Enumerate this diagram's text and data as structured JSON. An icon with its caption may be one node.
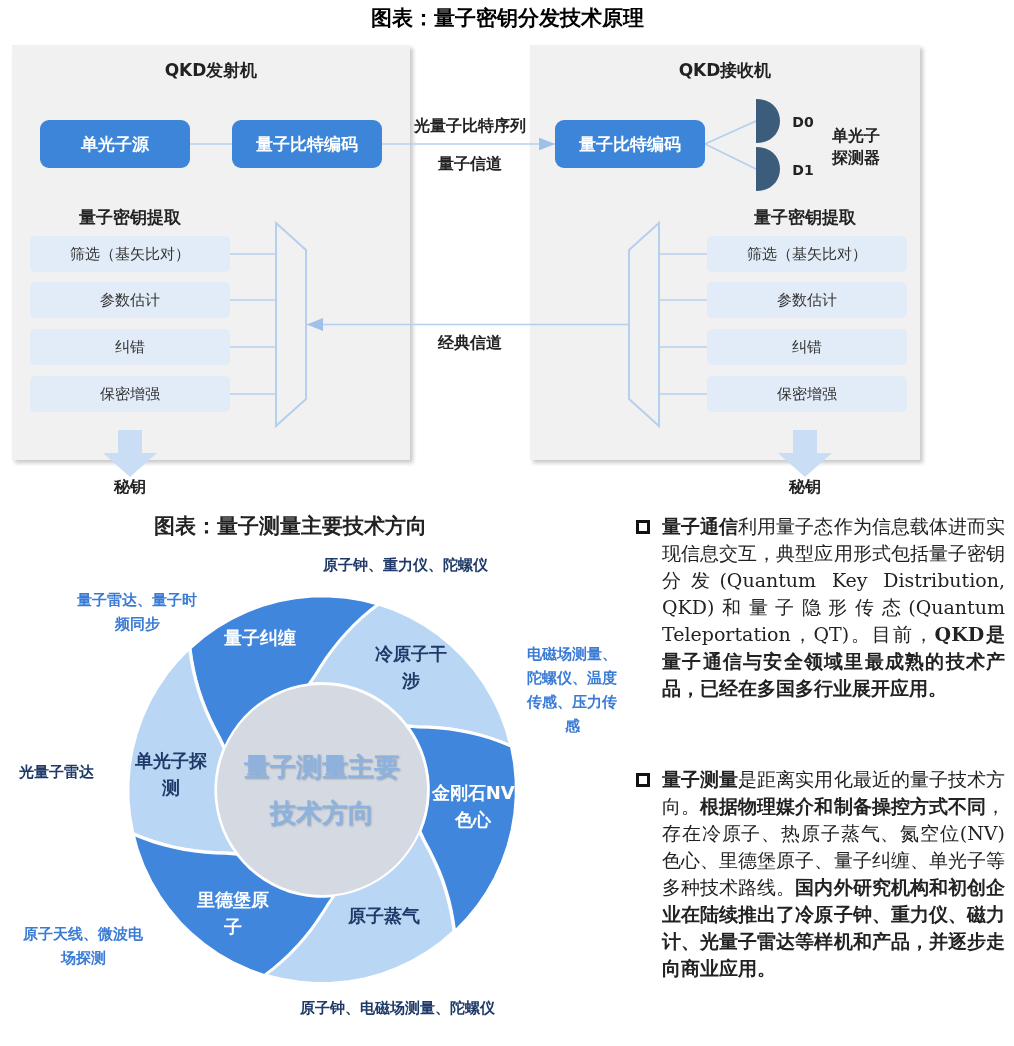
{
  "diagram": {
    "title": "图表：量子密钥分发技术原理",
    "nodes": [
      {
        "text": [
          "QKD发射机"
        ]
      },
      {
        "text": [
          "单光子源"
        ],
        "in": 0
      },
      {
        "text": [
          "量子比特编码"
        ],
        "in": 0
      },
      {
        "text": [
          "筛选（基矢比对）"
        ],
        "in": 0
      },
      {
        "text": [
          "参数估计"
        ],
        "in": 0
      },
      {
        "text": [
          "纠错"
        ],
        "in": 0
      },
      {
        "text": [
          "保密增强"
        ],
        "in": 0
      },
      {
        "text": [],
        "shape": "trapezoid",
        "in": 0
      },
      {
        "text": [
          "秘钥"
        ]
      },
      {
        "text": [
          "QKD接收机"
        ]
      },
      {
        "text": [
          "量子比特编码"
        ],
        "in": 9
      },
      {
        "text": [],
        "shape": "semicircle",
        "in": 9,
        "beside": [
          "D0"
        ]
      },
      {
        "text": [],
        "shape": "semicircle",
        "in": 9,
        "beside": [
          "D1"
        ]
      },
      {
        "text": [],
        "shape": "trapezoid",
        "in": 9
      },
      {
        "text": [
          "筛选（基矢比对）"
        ],
        "in": 9
      },
      {
        "text": [
          "参数估计"
        ],
        "in": 9
      },
      {
        "text": [
          "纠错"
        ],
        "in": 9
      },
      {
        "text": [
          "保密增强"
        ],
        "in": 9
      },
      {
        "text": [
          "秘钥"
        ]
      },
      {
        "text": [
          "量子测量主要技术方向"
        ]
      },
      {
        "text": [
          "量子纠缠"
        ],
        "beside": [
          "量子雷达、量子时频同步"
        ]
      },
      {
        "text": [
          "冷原子干涉"
        ],
        "beside": [
          "原子钟、重力仪、陀螺仪"
        ]
      },
      {
        "text": [
          "单光子探测"
        ],
        "beside": [
          "光量子雷达"
        ]
      },
      {
        "text": [
          "金刚石NV色心"
        ],
        "beside": [
          "电磁场测量、陀螺仪、温度传感、压力传感"
        ]
      },
      {
        "text": [
          "里德堡原子"
        ],
        "beside": [
          "原子天线、微波电场探测"
        ]
      },
      {
        "text": [
          "原子蒸气"
        ],
        "beside": [
          "原子钟、电磁场测量、陀螺仪"
        ]
      }
    ],
    "edges": [
      {
        "from": 1,
        "to": 2,
        "arrow": "none"
      },
      {
        "from": 2,
        "to": 10,
        "arrow": "to",
        "label": "光量子比特序列"
      },
      {
        "from": 10,
        "to": 11,
        "arrow": "none"
      },
      {
        "from": 10,
        "to": 12,
        "arrow": "none"
      },
      {
        "from": 3,
        "to": 7,
        "arrow": "none"
      },
      {
        "from": 4,
        "to": 7,
        "arrow": "none"
      },
      {
        "from": 5,
        "to": 7,
        "arrow": "none"
      },
      {
        "from": 6,
        "to": 7,
        "arrow": "none"
      },
      {
        "from": 13,
        "to": 14,
        "arrow": "none"
      },
      {
        "from": 13,
        "to": 15,
        "arrow": "none"
      },
      {
        "from": 13,
        "to": 16,
        "arrow": "none"
      },
      {
        "from": 13,
        "to": 17,
        "arrow": "none"
      },
      {
        "from": 13,
        "to": 7,
        "arrow": "to",
        "label": "经典信道"
      },
      {
        "from": 0,
        "to": 8,
        "arrow": "to",
        "style": "thick"
      },
      {
        "from": 9,
        "to": 18,
        "arrow": "to",
        "style": "thick"
      }
    ],
    "labels": [
      "量子信道",
      "单光子探测器",
      "量子密钥提取",
      "量子密钥提取",
      "图表：量子测量主要技术方向",
      "**量子通信**利用量子态作为信息载体进而实现信息交互，典型应用形式包括量子密钥分发(Quantum Key Distribution, QKD)和量子隐形传态(Quantum Teleportation，QT)。目前，**QKD是量子通信与安全领域里最成熟的技术产品，已经在多国多行业展开应用。**",
      "**量子测量**是距离实用化最近的量子技术方向。**根据物理媒介和制备操控方式不同**，存在冷原子、热原子蒸气、氮空位(NV)色心、里德堡原子、量子纠缠、单光子等多种技术路线。**国内外研究机构和初创企业在陆续推出了冷原子钟、重力仪、磁力计、光量子雷达等样机和产品，并逐步走向商业应用。**"
    ]
  }
}
